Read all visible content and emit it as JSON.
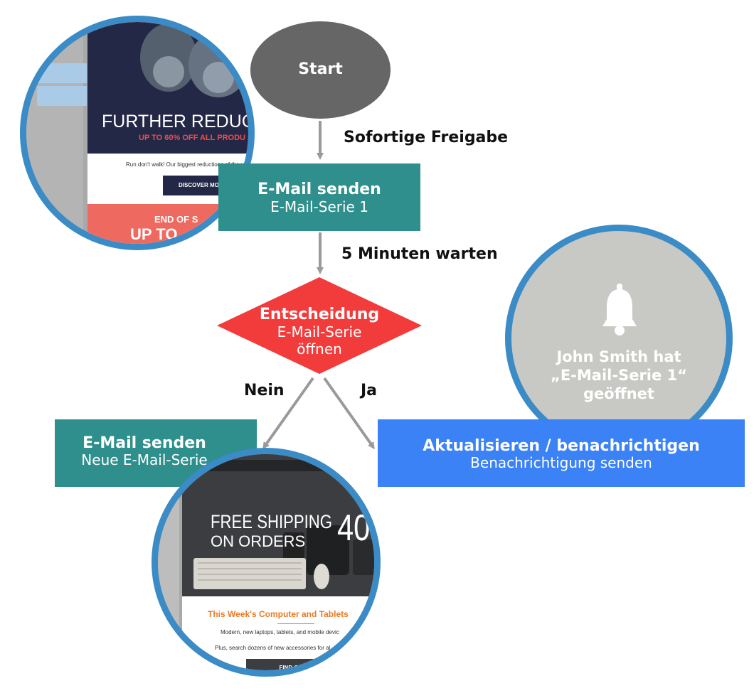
{
  "colors": {
    "start": "#666666",
    "teal": "#2e8f8c",
    "decision": "#f23b3b",
    "blue": "#3b82f6",
    "ring": "#3a8bc6",
    "notify_bg": "#c8c8c4",
    "arrow": "#9a9a9a"
  },
  "flow": {
    "start": "Start",
    "edge_immediate": "Sofortige Freigabe",
    "send1": {
      "title": "E-Mail senden",
      "subtitle": "E-Mail-Serie 1"
    },
    "edge_wait": "5 Minuten warten",
    "decision": {
      "title": "Entscheidung",
      "line1": "E-Mail-Serie",
      "line2": "öffnen"
    },
    "edge_no": "Nein",
    "edge_yes": "Ja",
    "send2": {
      "title": "E-Mail senden",
      "subtitle": "Neue E-Mail-Serie"
    },
    "notify": {
      "title": "Aktualisieren / benachrichtigen",
      "subtitle": "Benachrichtigung senden"
    }
  },
  "notification": {
    "icon": "bell-icon",
    "line1": "John Smith hat",
    "line2": "„E-Mail-Serie 1“",
    "line3": "geöffnet"
  },
  "email_preview_1": {
    "headline": "FURTHER REDUC",
    "offer": "UP TO 60% OFF ALL PRODU",
    "body": "Run don't walk! Our biggest reductions of the y",
    "cta": "DISCOVER MORE",
    "banner1": "END OF S",
    "banner2": "UP TO"
  },
  "email_preview_2": {
    "headline1": "FREE SHIPPING",
    "headline2": "ON ORDERS",
    "big_number": "40",
    "title": "This Week's Computer and Tablets",
    "line1": "Modern, new laptops, tablets, and mobile devic",
    "line2": "Plus, search dozens of new accessories for al",
    "cta": "FIND O"
  }
}
